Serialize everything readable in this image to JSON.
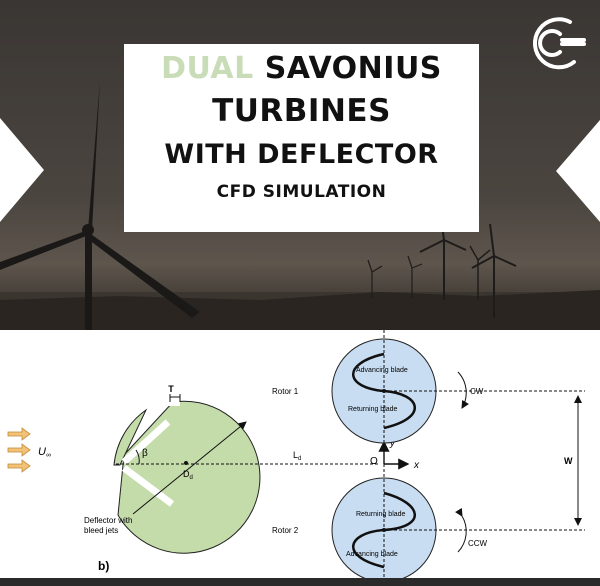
{
  "header": {
    "title_accent": "DUAL",
    "title_rest": " SAVONIUS",
    "line2": "TURBINES",
    "line3": "WITH DEFLECTOR",
    "line4": "CFD SIMULATION"
  },
  "colors": {
    "accent": "#c9dcb8",
    "rotor_fill": "#c9ddf2",
    "deflector_fill": "#c4dbaa"
  },
  "diagram": {
    "rotor1_label": "Rotor 1",
    "rotor2_label": "Rotor 2",
    "advancing_blade": "Advancing blade",
    "returning_blade": "Returning blade",
    "cw": "CW",
    "ccw": "CCW",
    "w": "W",
    "ld": "L",
    "ld_sub": "d",
    "origin": "O",
    "x_axis": "x",
    "y_axis": "y",
    "beta": "β",
    "t": "T",
    "dd": "D",
    "dd_sub": "d",
    "u": "U",
    "u_sub": "∞",
    "deflector_label_1": "Deflector with",
    "deflector_label_2": "bleed jets",
    "panel_label": "b)"
  }
}
